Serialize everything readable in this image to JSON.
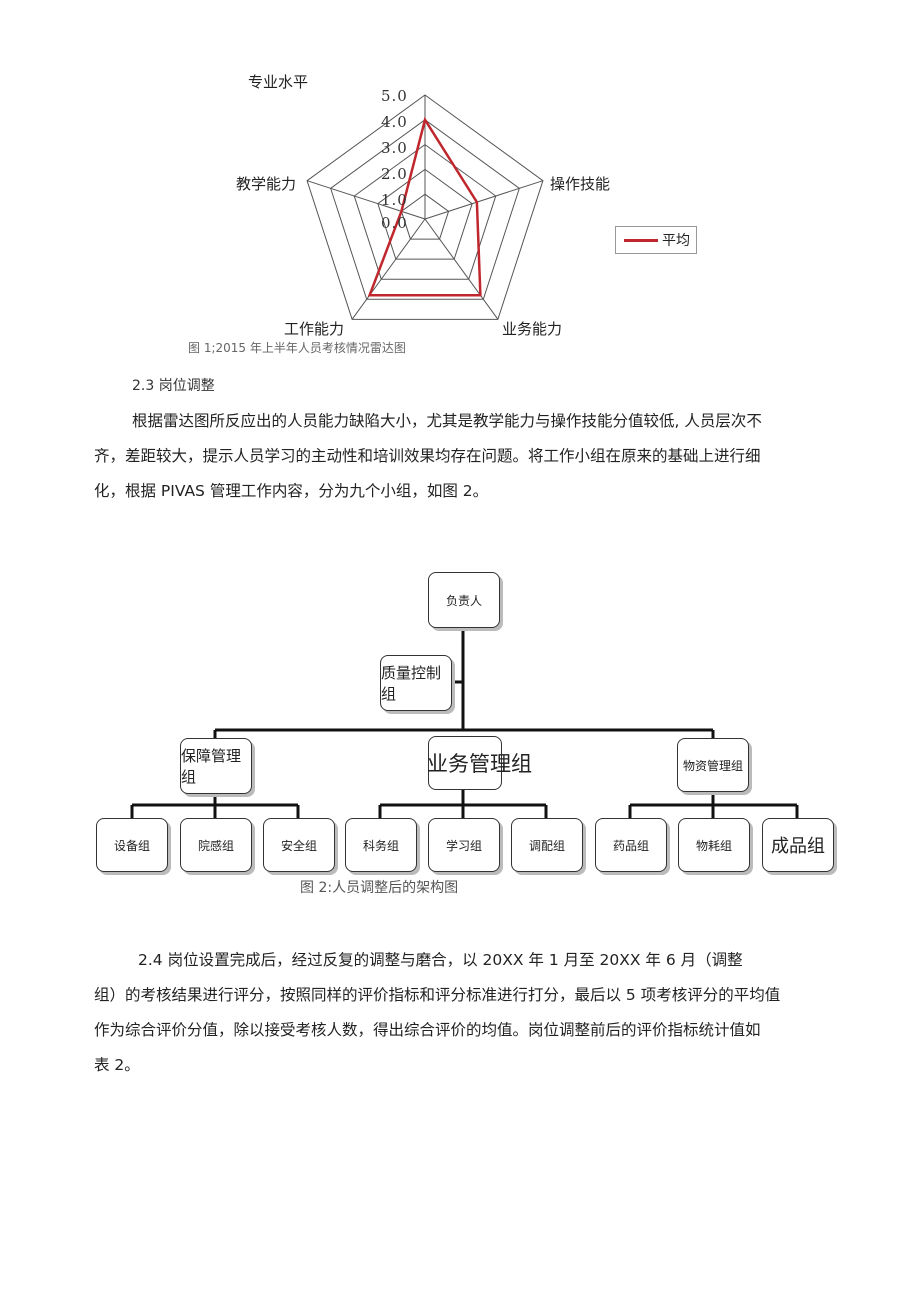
{
  "radar": {
    "ticks": [
      "5.0",
      "4.0",
      "3.0",
      "2.0",
      "1.0",
      "0.0"
    ],
    "axes": [
      "专业水平",
      "操作技能",
      "业务能力",
      "工作能力",
      "教学能力"
    ],
    "legend": "平均",
    "caption": "图 1;2015 年上半年人员考核情况雷达图"
  },
  "chart_data": {
    "type": "radar",
    "categories": [
      "专业水平",
      "操作技能",
      "业务能力",
      "工作能力",
      "教学能力"
    ],
    "series": [
      {
        "name": "平均",
        "values": [
          4.0,
          2.2,
          3.8,
          3.8,
          1.0
        ]
      }
    ],
    "ylim": [
      0,
      5
    ],
    "ticks": [
      0,
      1,
      2,
      3,
      4,
      5
    ],
    "legend_position": "right",
    "color": "#c0272d"
  },
  "section_23": {
    "heading": "2.3 岗位调整",
    "lines": [
      "根据雷达图所反应出的人员能力缺陷大小，尤其是教学能力与操作技能分值较低, 人员层次不",
      "齐，差距较大，提示人员学习的主动性和培训效果均存在问题。将工作小组在原来的基础上进行细",
      "化，根据 PIVAS 管理工作内容，分为九个小组，如图 2。"
    ]
  },
  "org": {
    "root": "负责人",
    "side": "质量控制组",
    "groups": [
      "保障管理组",
      "业务管理组",
      "物资管理组"
    ],
    "units": [
      "设备组",
      "院感组",
      "安全组",
      "科务组",
      "学习组",
      "调配组",
      "药品组",
      "物耗组",
      "成品组"
    ],
    "caption": "图 2:人员调整后的架构图"
  },
  "section_24": {
    "lines": [
      "2.4 岗位设置完成后，经过反复的调整与磨合，以 20XX 年 1 月至 20XX 年 6 月（调整",
      "组）的考核结果进行评分，按照同样的评价指标和评分标准进行打分，最后以 5 项考核评分的平均值",
      "作为综合评价分值，除以接受考核人数，得出综合评价的均值。岗位调整前后的评价指标统计值如",
      "表 2。"
    ]
  }
}
